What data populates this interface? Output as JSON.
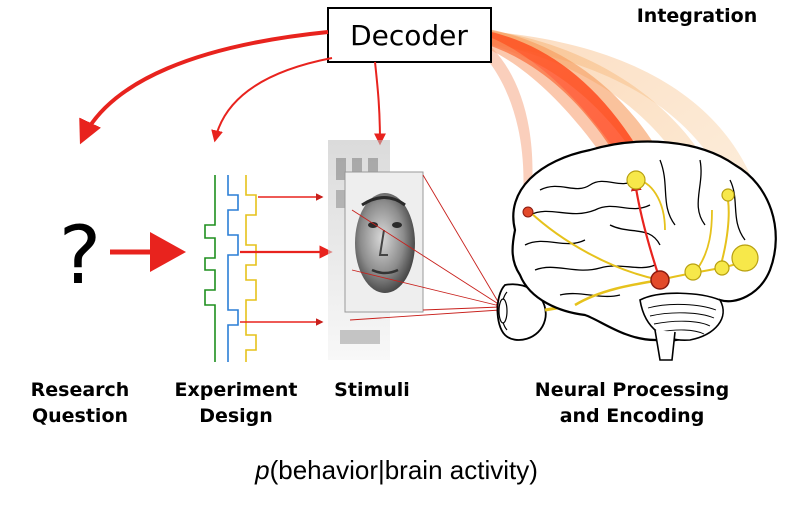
{
  "decoder": {
    "label": "Decoder"
  },
  "integration": {
    "label": "Integration"
  },
  "question_mark": "?",
  "stages": {
    "research_question": {
      "line1": "Research",
      "line2": "Question"
    },
    "experiment_design": {
      "line1": "Experiment",
      "line2": "Design"
    },
    "stimuli": {
      "line1": "Stimuli"
    },
    "neural_processing": {
      "line1": "Neural Processing",
      "line2": "and Encoding"
    }
  },
  "formula": {
    "p": "p",
    "rest": "(behavior|brain activity)"
  },
  "colors": {
    "arrow_red": "#e8231e",
    "design_green": "#1e8f1e",
    "design_blue": "#2b7fd6",
    "design_yellow": "#e6c21c",
    "brain_node_yellow": "#f7e84a",
    "brain_node_red": "#e34a2a",
    "fan_orange": "#f5a35a"
  },
  "icons": [
    "eye-icon",
    "brain-icon",
    "face-image",
    "street-image"
  ]
}
